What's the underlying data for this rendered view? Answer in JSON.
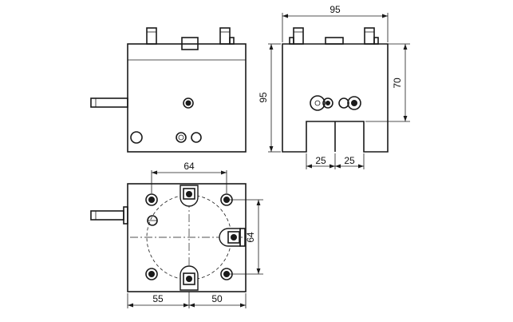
{
  "dimensions": {
    "front_width": "95",
    "front_height": "95",
    "front_upper": "70",
    "slot_left": "25",
    "slot_right": "25",
    "top_hole_spacing": "64",
    "top_side_spacing": "64",
    "bottom_left": "55",
    "bottom_right": "50"
  }
}
